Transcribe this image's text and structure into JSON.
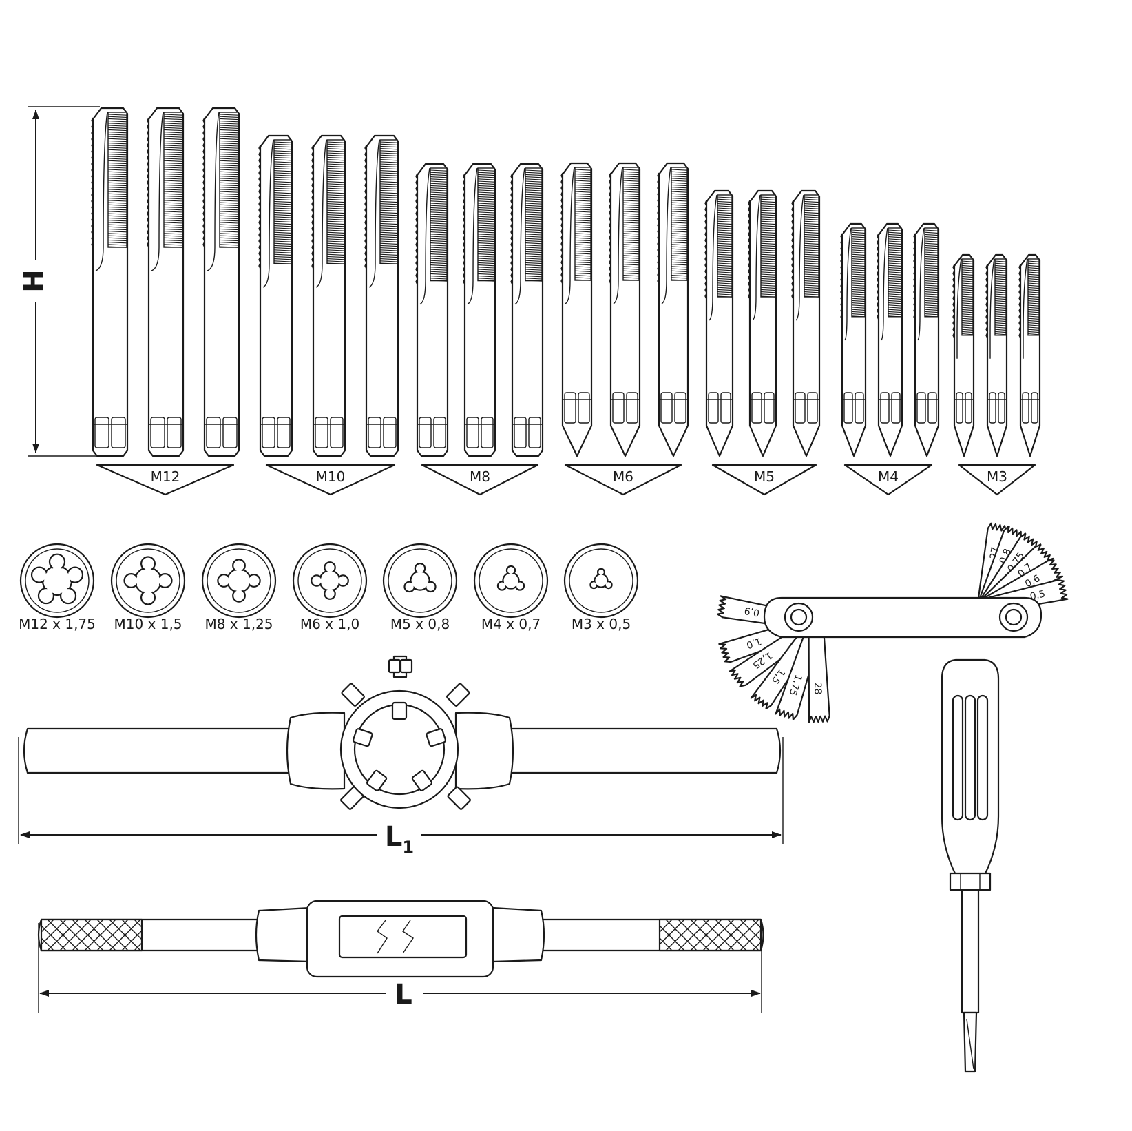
{
  "dimensions": {
    "height": "H",
    "die_wrench_length": "L",
    "die_wrench_sub": "1",
    "tap_wrench_length": "L"
  },
  "taps": [
    {
      "label": "M12",
      "count": 3
    },
    {
      "label": "M10",
      "count": 3
    },
    {
      "label": "M8",
      "count": 3
    },
    {
      "label": "M6",
      "count": 3
    },
    {
      "label": "M5",
      "count": 3
    },
    {
      "label": "M4",
      "count": 3
    },
    {
      "label": "M3",
      "count": 3
    }
  ],
  "dies": [
    "M12 x 1,75",
    "M10 x 1,5",
    "M8 x 1,25",
    "M6 x 1,0",
    "M5 x 0,8",
    "M4 x 0,7",
    "M3 x 0,5"
  ],
  "pitch_gauge": {
    "upper": [
      "27",
      "0,8",
      "0,75",
      "0,7",
      "0,6",
      "0,5"
    ],
    "lower": [
      "0,9",
      "1,0",
      "1,25",
      "1,5",
      "1,75",
      "28"
    ]
  },
  "colors": {
    "line": "#1a1a1a",
    "fill": "#ffffff"
  }
}
